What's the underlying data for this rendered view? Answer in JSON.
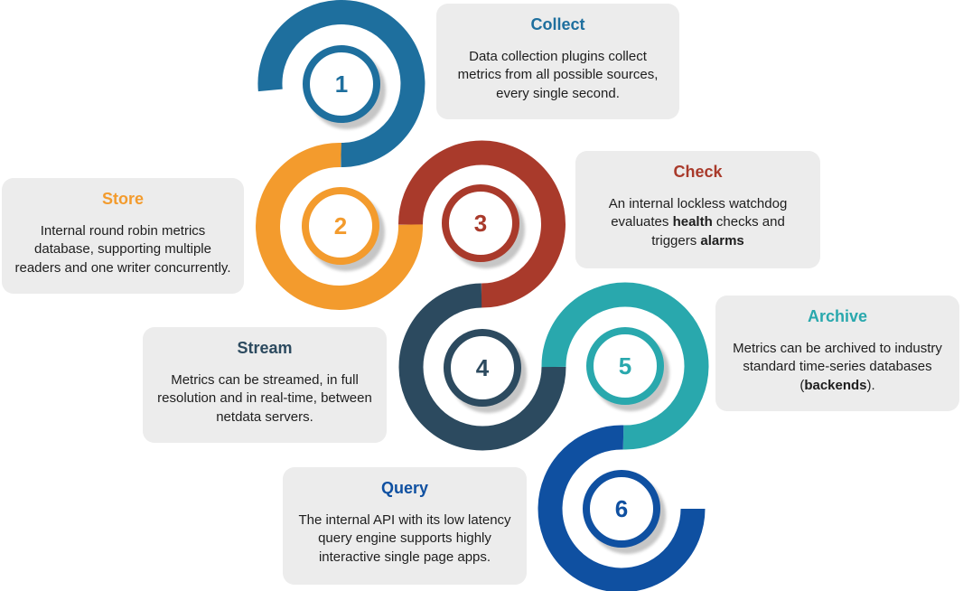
{
  "diagram": {
    "background_color": "#ffffff",
    "card_background": "#ececec",
    "steps": [
      {
        "number": "1",
        "title": "Collect",
        "color": "#1e6f9e",
        "body": [
          {
            "t": "Data collection plugins collect metrics from all possible sources, every single second.",
            "b": false
          }
        ]
      },
      {
        "number": "2",
        "title": "Store",
        "color": "#f39b2d",
        "body": [
          {
            "t": "Internal round robin metrics database, supporting multiple readers and one writer concurrently.",
            "b": false
          }
        ]
      },
      {
        "number": "3",
        "title": "Check",
        "color": "#a93a2b",
        "body": [
          {
            "t": "An internal lockless watchdog evaluates ",
            "b": false
          },
          {
            "t": "health",
            "b": true
          },
          {
            "t": " checks and triggers ",
            "b": false
          },
          {
            "t": "alarms",
            "b": true
          }
        ]
      },
      {
        "number": "4",
        "title": "Stream",
        "color": "#2c4a5f",
        "body": [
          {
            "t": "Metrics can be streamed, in full resolution and in real-time, between netdata servers.",
            "b": false
          }
        ]
      },
      {
        "number": "5",
        "title": "Archive",
        "color": "#29a8ad",
        "body": [
          {
            "t": "Metrics can be archived to industry standard time-series databases (",
            "b": false
          },
          {
            "t": "backends",
            "b": true
          },
          {
            "t": ").",
            "b": false
          }
        ]
      },
      {
        "number": "6",
        "title": "Query",
        "color": "#0f50a1",
        "body": [
          {
            "t": "The internal API with its low latency query engine supports highly interactive single page apps.",
            "b": false
          }
        ]
      }
    ]
  }
}
